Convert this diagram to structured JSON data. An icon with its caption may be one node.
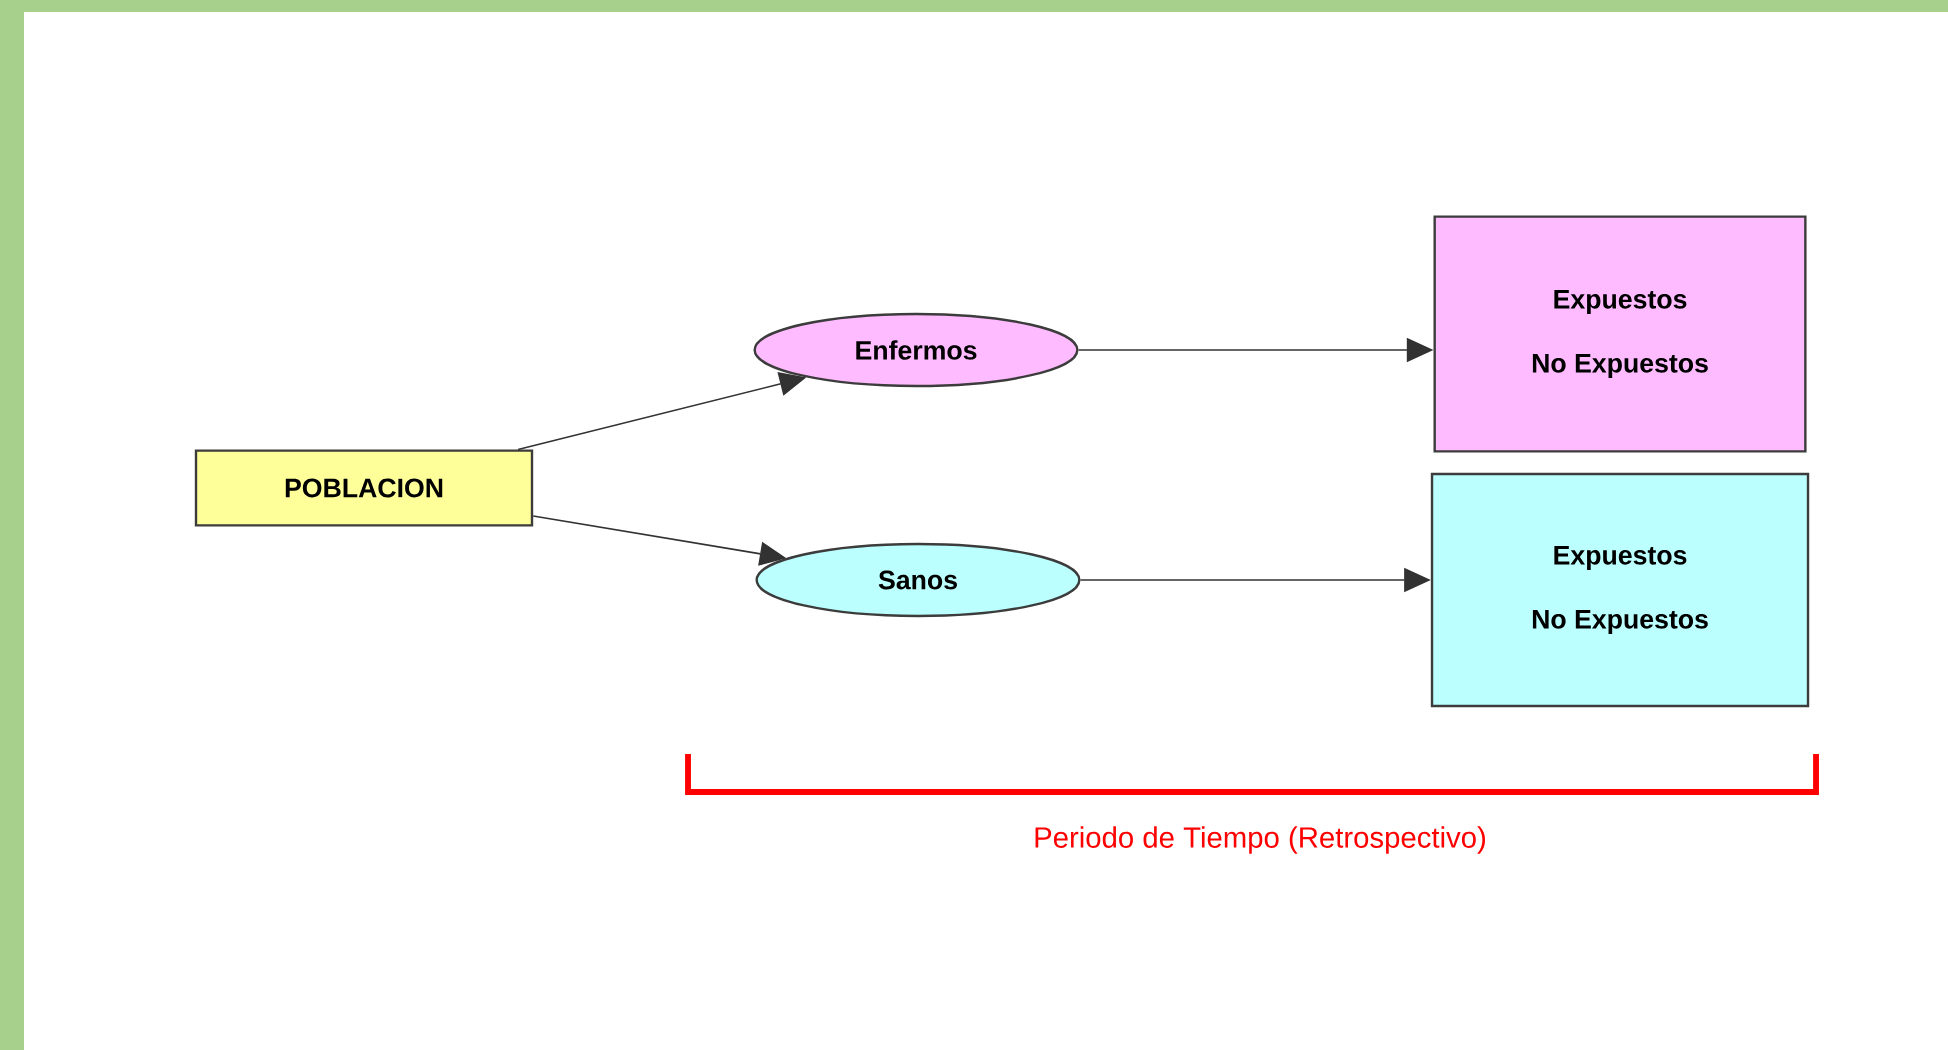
{
  "diagram": {
    "nodes": [
      {
        "text": [
          "POBLACION"
        ]
      },
      {
        "text": [
          "Enfermos"
        ]
      },
      {
        "text": [
          "Sanos"
        ]
      },
      {
        "text": [
          "Expuestos",
          "No Expuestos"
        ]
      },
      {
        "text": [
          "Expuestos",
          "No Expuestos"
        ]
      }
    ],
    "edges": [
      {
        "from": 0,
        "to": 1,
        "arrow": "to"
      },
      {
        "from": 0,
        "to": 2,
        "arrow": "to"
      },
      {
        "from": 1,
        "to": 3,
        "arrow": "to"
      },
      {
        "from": 2,
        "to": 4,
        "arrow": "to"
      }
    ],
    "labels": [
      "Periodo de Tiempo (Retrospectivo)"
    ]
  }
}
